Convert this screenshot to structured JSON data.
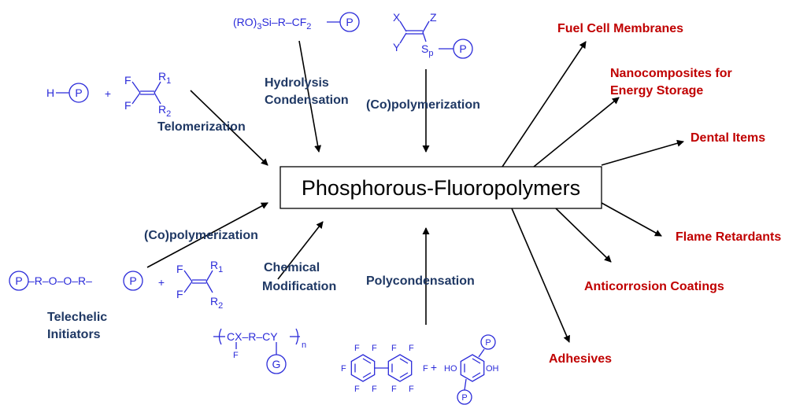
{
  "center": {
    "title": "Phosphorous-Fluoropolymers"
  },
  "routes": {
    "telomerization": "Telomerization",
    "hydrolysis_line1": "Hydrolysis",
    "hydrolysis_line2": "Condensation",
    "copoly_top": "(Co)polymerization",
    "copoly_left": "(Co)polymerization",
    "chemmod_line1": "Chemical",
    "chemmod_line2": "Modification",
    "polycondensation": "Polycondensation",
    "telechelic_line1": "Telechelic",
    "telechelic_line2": "Initiators"
  },
  "applications": {
    "fuel_cell": "Fuel Cell Membranes",
    "nano_line1": "Nanocomposites for",
    "nano_line2": "Energy Storage",
    "dental": "Dental Items",
    "flame": "Flame Retardants",
    "anticorrosion": "Anticorrosion Coatings",
    "adhesives": "Adhesives"
  },
  "chem": {
    "phosphorus": "P",
    "hydrogen": "H",
    "plus": "+",
    "fluorine": "F",
    "r1": "R",
    "r1_sub": "1",
    "r2": "R",
    "r2_sub": "2",
    "silane_prefix": "(RO)",
    "silane_sub3": "3",
    "silane_mid": "Si–R–CF",
    "silane_sub2": "2",
    "x": "X",
    "y": "Y",
    "z": "Z",
    "s": "S",
    "s_sub": "p",
    "peroxide": "–R–O–O–R–",
    "polymer_chain": "CX–R–CY",
    "n": "n",
    "g": "G",
    "ho": "HO",
    "oh": "OH"
  },
  "colors": {
    "route_label": "#1f3864",
    "application": "#c00000",
    "chemistry": "#2b2bd9"
  }
}
